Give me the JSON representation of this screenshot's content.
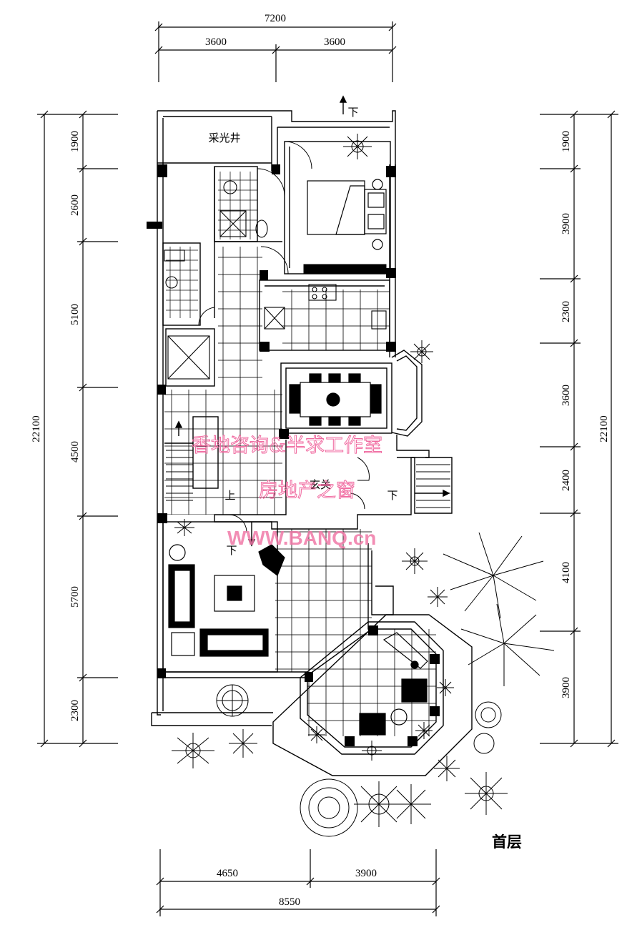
{
  "dimensions": {
    "top_total": "7200",
    "top_parts": [
      "3600",
      "3600"
    ],
    "left_total": "22100",
    "left_parts": [
      "1900",
      "2600",
      "5100",
      "4500",
      "5700",
      "2300"
    ],
    "right_total": "22100",
    "right_parts": [
      "1900",
      "3900",
      "2300",
      "3600",
      "2400",
      "4100",
      "3900"
    ],
    "bottom_total": "8550",
    "bottom_parts": [
      "4650",
      "3900"
    ]
  },
  "rooms": {
    "lightwell": "采光井",
    "entrance": "玄关"
  },
  "stairs": {
    "up": "上",
    "down": "下"
  },
  "watermark": {
    "line1": "香地咨询&半求工作室",
    "line2": "房地产之窗",
    "url": "WWW.BANQ.cn"
  },
  "floor_title": "首层",
  "colors": {
    "ink": "#000000",
    "watermark": "#f06aa0"
  }
}
